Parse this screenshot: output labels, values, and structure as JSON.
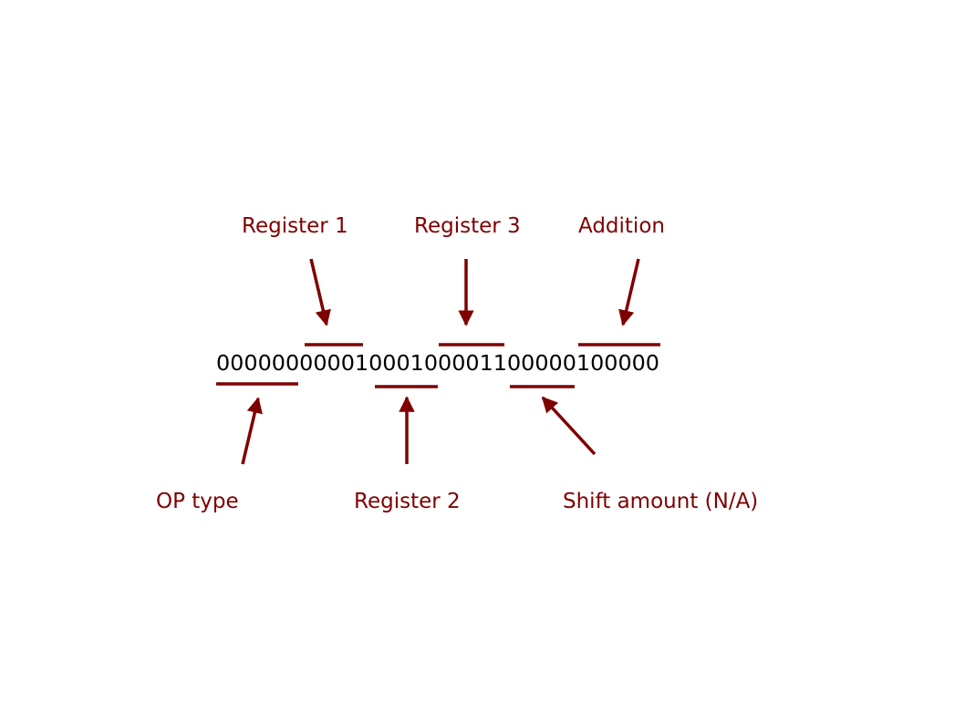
{
  "colors": {
    "accent": "#7f0000",
    "text": "#000000",
    "background": "#ffffff"
  },
  "instruction": {
    "bits": "00000000001000100001100000100000"
  },
  "fields": {
    "op_type": {
      "label": "OP type",
      "bits": "000000"
    },
    "register_1": {
      "label": "Register 1",
      "bits": "00001"
    },
    "register_2": {
      "label": "Register 2",
      "bits": "00010"
    },
    "register_3": {
      "label": "Register 3",
      "bits": "00011"
    },
    "shift_amount": {
      "label": "Shift amount (N/A)",
      "bits": "00000"
    },
    "addition": {
      "label": "Addition",
      "bits": "100000"
    }
  }
}
